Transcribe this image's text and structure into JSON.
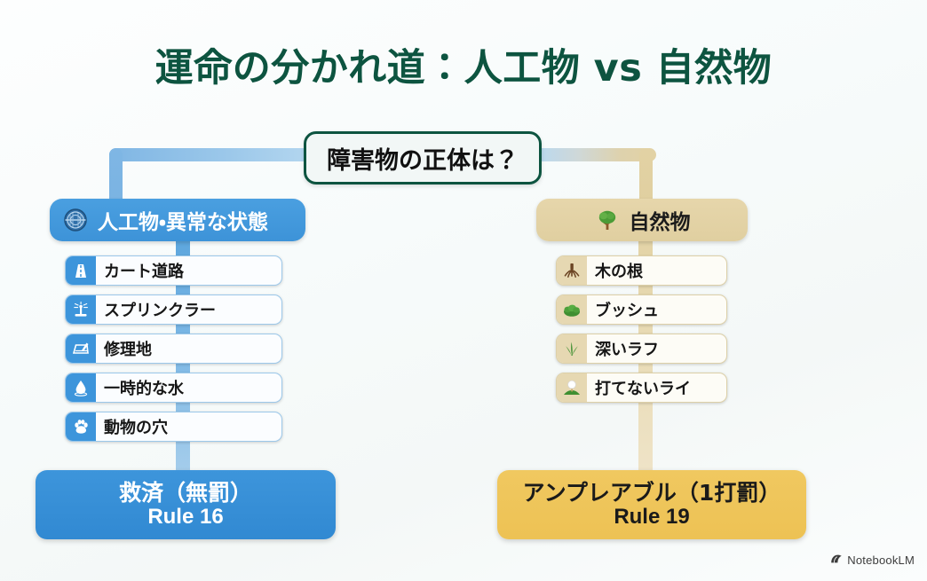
{
  "title": "運命の分かれ道：人工物 vs 自然物",
  "decision": {
    "label": "障害物の正体は？",
    "icon": "question-decision"
  },
  "colors": {
    "title": "#0d5440",
    "left_accent": "#3d95db",
    "right_accent": "#e6d6ab",
    "left_result": "#3d95db",
    "right_result": "#f0c860",
    "decision_border": "#0d5440"
  },
  "branches": {
    "left": {
      "header": {
        "label": "人工物・異常な状態",
        "icon": "manhole-cover-icon"
      },
      "items": [
        {
          "label": "カート道路",
          "icon": "cart-path-road-icon"
        },
        {
          "label": "スプリンクラー",
          "icon": "sprinkler-icon"
        },
        {
          "label": "修理地",
          "icon": "ground-under-repair-icon"
        },
        {
          "label": "一時的な水",
          "icon": "water-drop-icon"
        },
        {
          "label": "動物の穴",
          "icon": "paw-print-icon"
        }
      ],
      "result": {
        "title": "救済（無罰）",
        "rule": "Rule 16"
      }
    },
    "right": {
      "header": {
        "label": "自然物",
        "icon": "tree-icon"
      },
      "items": [
        {
          "label": "木の根",
          "icon": "tree-root-icon"
        },
        {
          "label": "ブッシュ",
          "icon": "bush-icon"
        },
        {
          "label": "深いラフ",
          "icon": "tall-grass-icon"
        },
        {
          "label": "打てないライ",
          "icon": "golf-ball-tee-icon"
        }
      ],
      "result": {
        "title": "アンプレアブル（1打罰）",
        "rule": "Rule 19"
      }
    }
  },
  "watermark": {
    "text": "NotebookLM",
    "icon": "notebooklm-logo-icon"
  }
}
